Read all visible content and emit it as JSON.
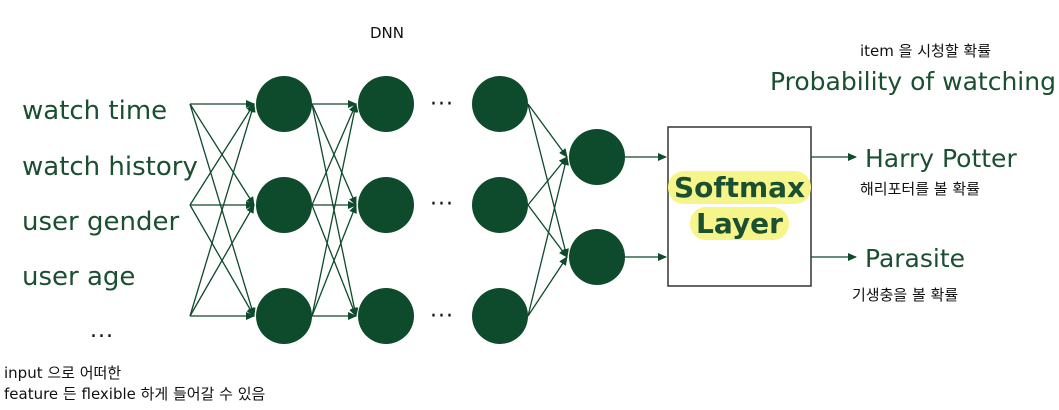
{
  "diagram": {
    "title": "DNN",
    "input_features": [
      "watch time",
      "watch history",
      "user gender",
      "user age"
    ],
    "input_more": "...",
    "input_note": [
      "input 으로 어떠한",
      "feature 든 flexible 하게 들어갈 수 있음"
    ],
    "hidden_ellipsis": "···",
    "softmax": {
      "line1": "Softmax",
      "line2": "Layer"
    },
    "output_header": {
      "korean": "item 을 시청할 확률",
      "english": "Probability of watching"
    },
    "outputs": [
      {
        "label": "Harry Potter",
        "korean": "해리포터를 볼 확률"
      },
      {
        "label": "Parasite",
        "korean": "기생충을 볼 확률"
      }
    ],
    "colors": {
      "node": "#0e4a2c",
      "edge": "#0e4a2c",
      "highlight": "#f6f58a",
      "text": "#1b4f31"
    }
  }
}
